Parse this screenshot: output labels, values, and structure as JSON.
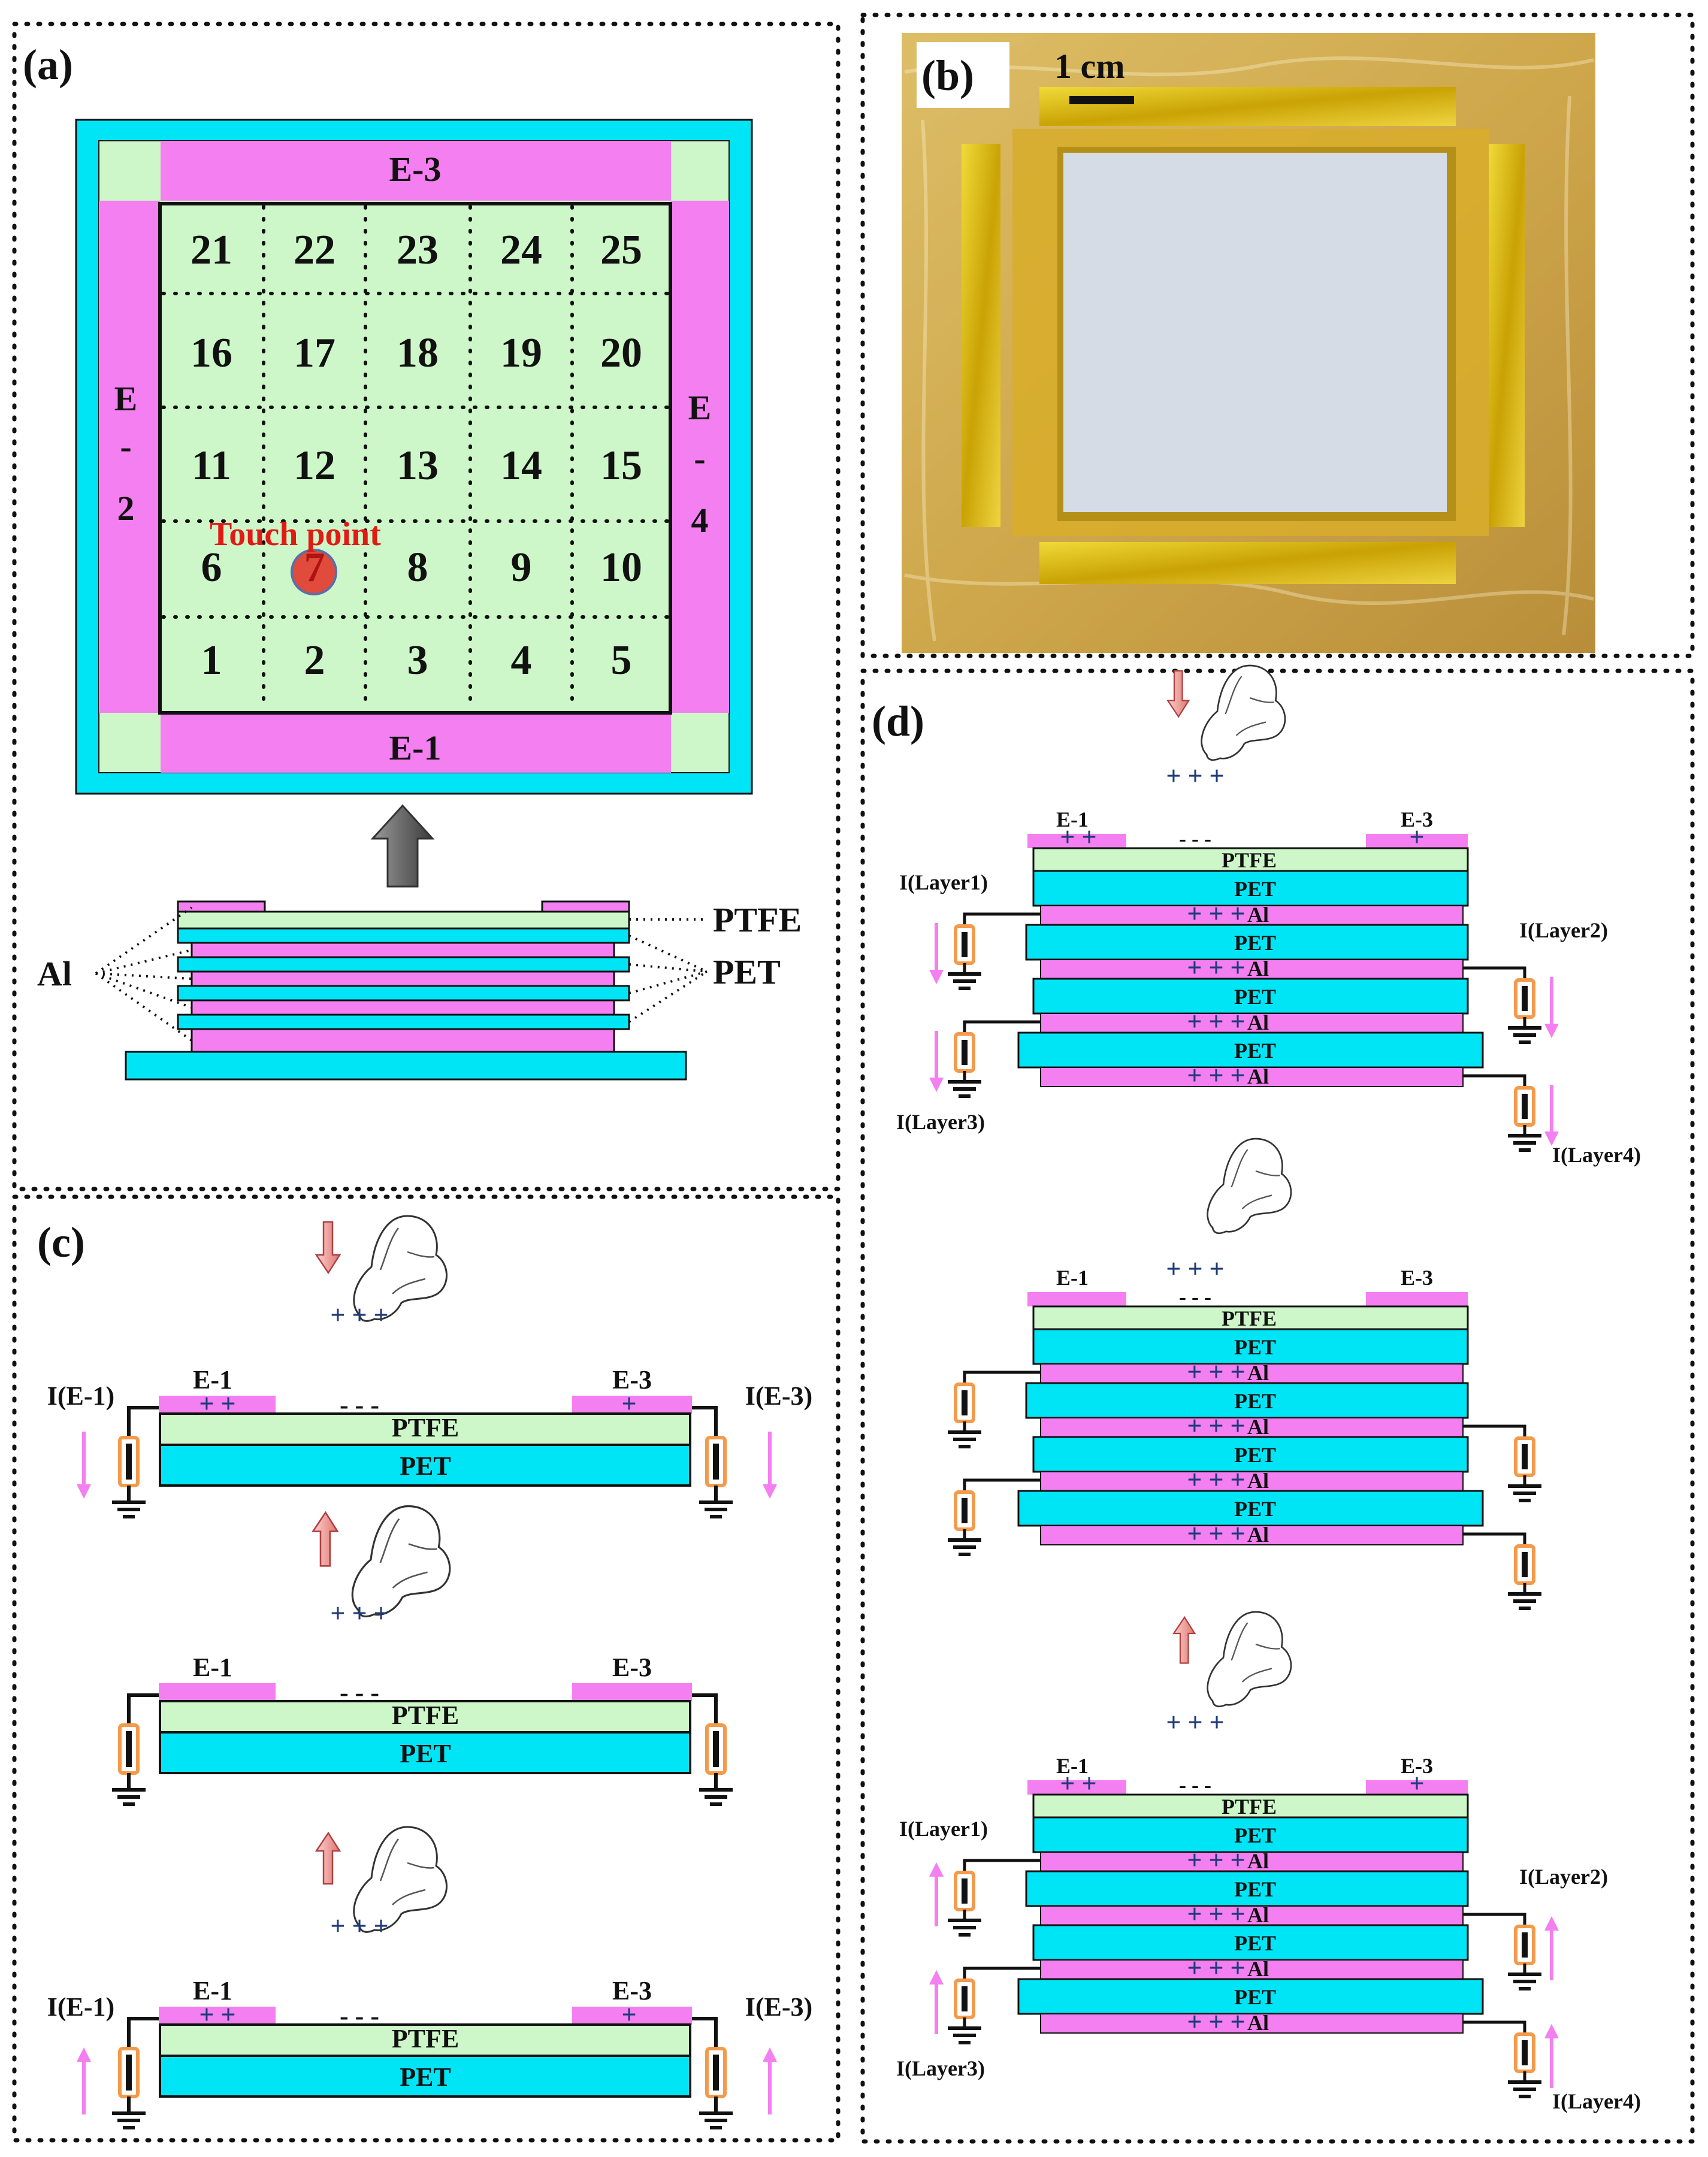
{
  "panels": {
    "a": "(a)",
    "b": "(b)",
    "c": "(c)",
    "d": "(d)"
  },
  "panel_a": {
    "electrodes": {
      "top": "E-3",
      "bottom": "E-1",
      "left": [
        "E",
        "-",
        "2"
      ],
      "right": [
        "E",
        "-",
        "4"
      ]
    },
    "grid_rows": [
      [
        "21",
        "22",
        "23",
        "24",
        "25"
      ],
      [
        "16",
        "17",
        "18",
        "19",
        "20"
      ],
      [
        "11",
        "12",
        "13",
        "14",
        "15"
      ],
      [
        "6",
        "7",
        "8",
        "9",
        "10"
      ],
      [
        "1",
        "2",
        "3",
        "4",
        "5"
      ]
    ],
    "touch_label": "Touch point",
    "touched_cell": "7",
    "stack_labels": {
      "ptfe": "PTFE",
      "pet": "PET",
      "al": "Al"
    }
  },
  "panel_b": {
    "scale_bar": "1 cm"
  },
  "panel_c": {
    "electrode_left": "E-1",
    "electrode_right": "E-3",
    "current_left": "I(E-1)",
    "current_right": "I(E-3)",
    "layer_ptfe": "PTFE",
    "layer_pet": "PET",
    "neg_charges": "- - -",
    "pos_one": "+",
    "pos_two": "+ +",
    "pos_three": "+ + +"
  },
  "panel_d": {
    "electrode_left": "E-1",
    "electrode_right": "E-3",
    "layer_ptfe": "PTFE",
    "layer_pet": "PET",
    "layer_al": "Al",
    "al_charges": "+ + +",
    "currents": [
      "I(Layer1)",
      "I(Layer2)",
      "I(Layer3)",
      "I(Layer4)"
    ],
    "neg_charges": "- - -",
    "pos_one": "+",
    "pos_two": "+ +",
    "pos_three": "+ + +"
  },
  "colors": {
    "cyan": "#00e5f5",
    "magenta": "#f47ff0",
    "light_green": "#cdf7c8",
    "resistor": "#f39a4b",
    "arrow_pink": "#f47ff0",
    "touch_red": "#e14b3c",
    "gold": "#d8b500"
  }
}
